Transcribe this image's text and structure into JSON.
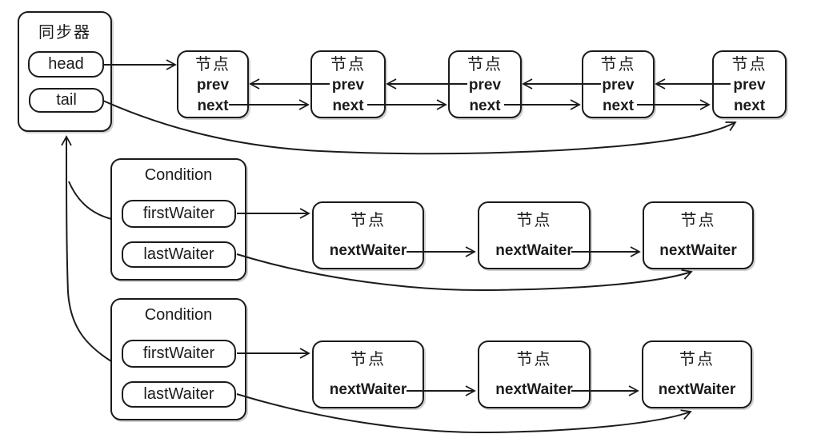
{
  "colors": {
    "line": "#1b1b1b",
    "background": "#ffffff"
  },
  "synchronizer": {
    "title": "同步器",
    "head_label": "head",
    "tail_label": "tail"
  },
  "sync_queue": {
    "nodes": [
      {
        "title": "节点",
        "prev": "prev",
        "next": "next"
      },
      {
        "title": "节点",
        "prev": "prev",
        "next": "next"
      },
      {
        "title": "节点",
        "prev": "prev",
        "next": "next"
      },
      {
        "title": "节点",
        "prev": "prev",
        "next": "next"
      },
      {
        "title": "节点",
        "prev": "prev",
        "next": "next"
      }
    ]
  },
  "conditions": [
    {
      "title": "Condition",
      "first_waiter_label": "firstWaiter",
      "last_waiter_label": "lastWaiter",
      "nodes": [
        {
          "title": "节点",
          "next_waiter": "nextWaiter"
        },
        {
          "title": "节点",
          "next_waiter": "nextWaiter"
        },
        {
          "title": "节点",
          "next_waiter": "nextWaiter"
        }
      ]
    },
    {
      "title": "Condition",
      "first_waiter_label": "firstWaiter",
      "last_waiter_label": "lastWaiter",
      "nodes": [
        {
          "title": "节点",
          "next_waiter": "nextWaiter"
        },
        {
          "title": "节点",
          "next_waiter": "nextWaiter"
        },
        {
          "title": "节点",
          "next_waiter": "nextWaiter"
        }
      ]
    }
  ],
  "relations": [
    "synchronizer.head -> sync_queue.nodes[0]",
    "synchronizer.tail -> sync_queue.nodes[4]",
    "sync_queue.nodes[i].next -> sync_queue.nodes[i+1]",
    "sync_queue.nodes[i].prev -> sync_queue.nodes[i-1]",
    "conditions[0].firstWaiter -> conditions[0].nodes[0]",
    "conditions[0].lastWaiter -> conditions[0].nodes[2]",
    "conditions[1].firstWaiter -> conditions[1].nodes[0]",
    "conditions[1].lastWaiter -> conditions[1].nodes[2]",
    "conditions[*].nodes[i].nextWaiter -> nodes[i+1]",
    "conditions[*] -> synchronizer"
  ]
}
